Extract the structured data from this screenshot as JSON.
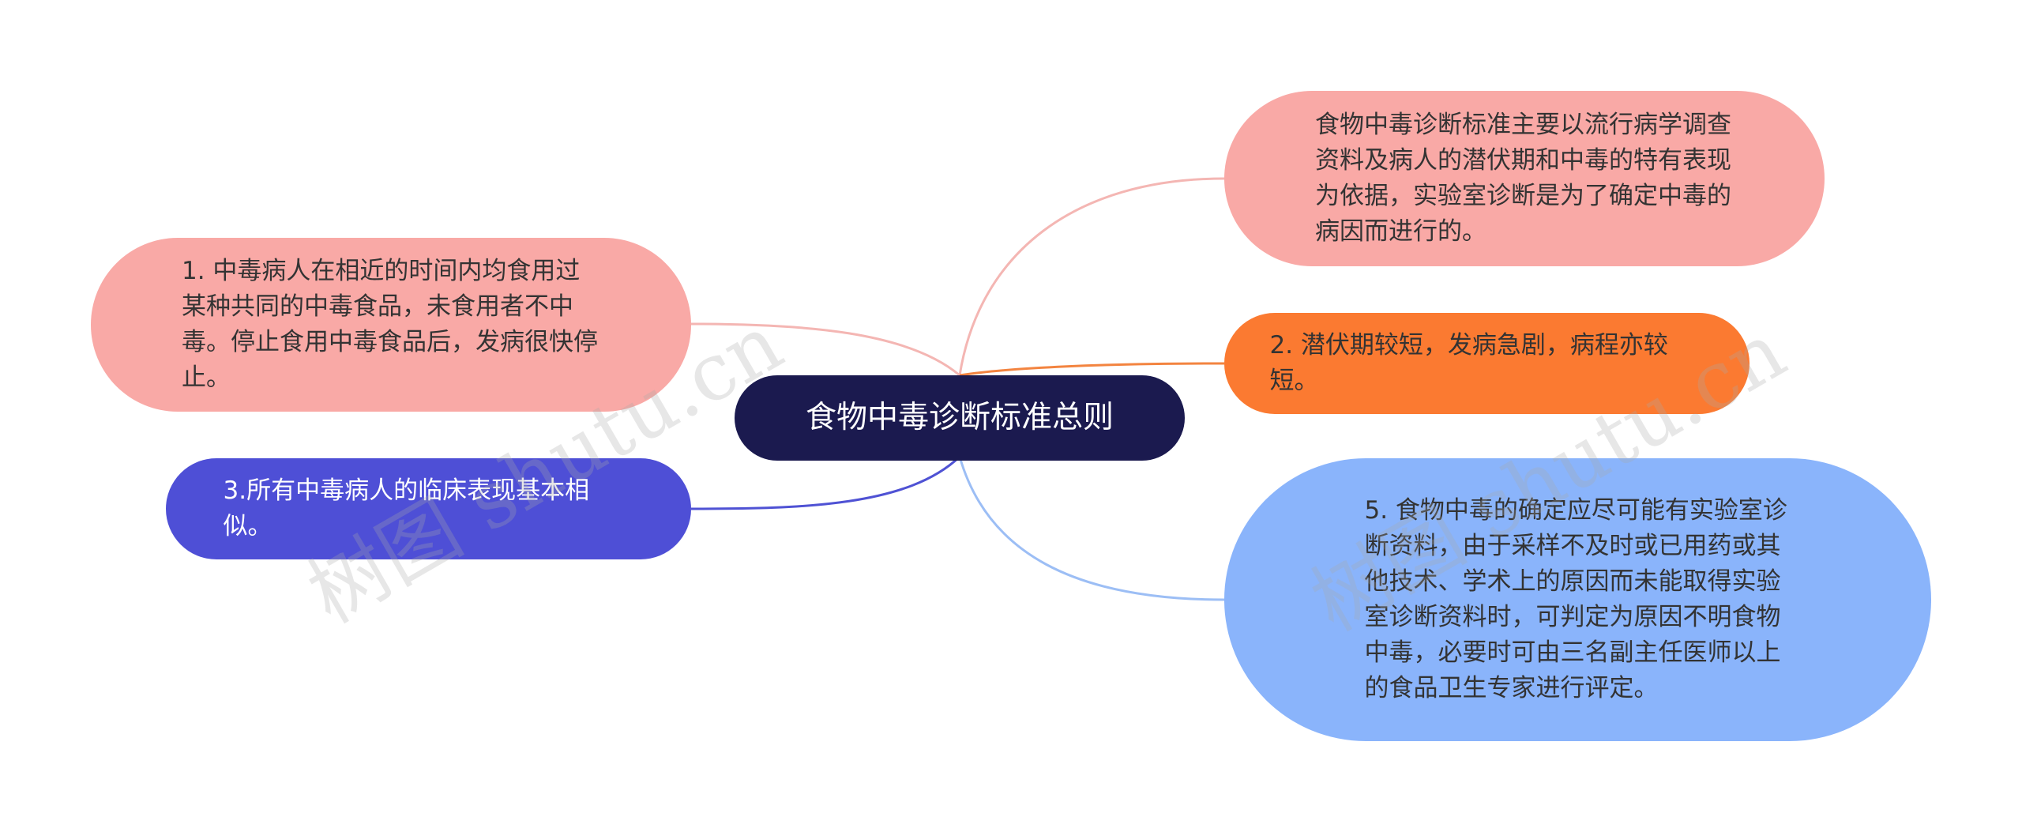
{
  "root": {
    "label": "食物中毒诊断标准总则",
    "color": "#1b1a4f"
  },
  "nodes": {
    "left1": {
      "text": "1. 中毒病人在相近的时间内均食用过某种共同的中毒食品，未食用者不中毒。停止食用中毒食品后，发病很快停止。",
      "color": "#f9a9a6"
    },
    "left2": {
      "text": "3.所有中毒病人的临床表现基本相似。",
      "color": "#4e4fd6"
    },
    "right1": {
      "text": "食物中毒诊断标准主要以流行病学调查资料及病人的潜伏期和中毒的特有表现为依据，实验室诊断是为了确定中毒的病因而进行的。",
      "color": "#f9a9a6"
    },
    "right2": {
      "text": "2. 潜伏期较短，发病急剧，病程亦较短。",
      "color": "#fb7a31"
    },
    "right3": {
      "text": "5. 食物中毒的确定应尽可能有实验室诊断资料，由于采样不及时或已用药或其他技术、学术上的原因而未能取得实验室诊断资料时，可判定为原因不明食物中毒，必要时可由三名副主任医师以上的食品卫生专家进行评定。",
      "color": "#8ab4fb"
    }
  },
  "watermark": {
    "text": "树图 shutu.cn"
  }
}
